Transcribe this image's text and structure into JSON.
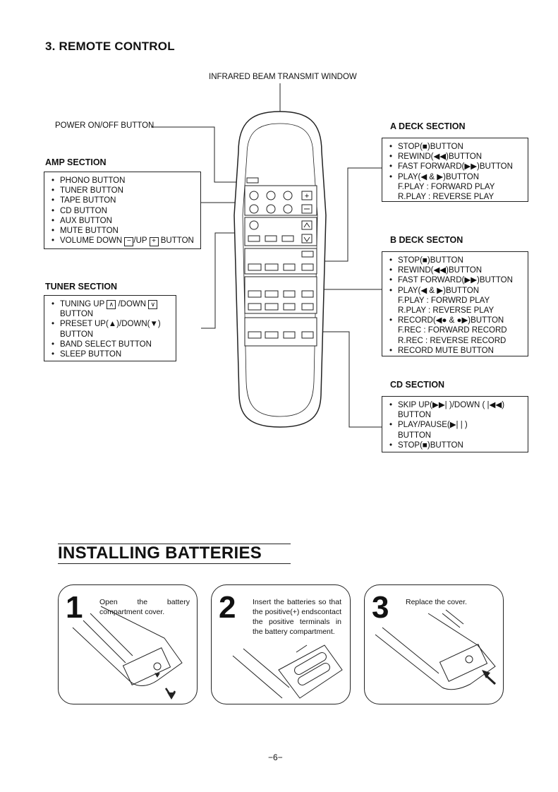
{
  "title": "3. REMOTE CONTROL",
  "labels": {
    "infrared": "INFRARED BEAM TRANSMIT WINDOW",
    "power": "POWER ON/OFF BUTTON"
  },
  "amp": {
    "title": "AMP SECTION",
    "items": [
      "PHONO BUTTON",
      "TUNER BUTTON",
      "TAPE BUTTON",
      "CD BUTTON",
      "AUX BUTTON",
      "MUTE BUTTON"
    ],
    "vol_a": "VOLUME DOWN",
    "vol_b": "/UP",
    "vol_c": "BUTTON",
    "minus": "−",
    "plus": "+"
  },
  "tuner": {
    "title": "TUNER SECTION",
    "tuning_a": "TUNING UP",
    "tuning_b": "/DOWN",
    "up_sym": "∧",
    "down_sym": "∨",
    "tuning_c": "BUTTON",
    "preset": "PRESET UP(▲)/DOWN(▼)",
    "preset_c": "BUTTON",
    "band": "BAND SELECT BUTTON",
    "sleep": "SLEEP BUTTON"
  },
  "a_deck": {
    "title": "A DECK SECTION",
    "items": [
      "STOP(■)BUTTON",
      "REWIND(◀◀)BUTTON",
      "FAST FORWARD(▶▶)BUTTON",
      "PLAY(◀ & ▶)BUTTON"
    ],
    "subs": [
      "F.PLAY : FORWARD PLAY",
      "R.PLAY : REVERSE PLAY"
    ]
  },
  "b_deck": {
    "title": "B DECK SECTON",
    "items": [
      "STOP(■)BUTTON",
      "REWIND(◀◀)BUTTON",
      "FAST FORWARD(▶▶)BUTTON",
      "PLAY(◀ & ▶)BUTTON"
    ],
    "subs": [
      "F.PLAY : FORWRD PLAY",
      "R.PLAY : REVERSE PLAY"
    ],
    "record": "RECORD(◀● & ●▶)BUTTON",
    "record_subs": [
      "F.REC : FORWARD RECORD",
      "R.REC : REVERSE RECORD"
    ],
    "mute": "RECORD MUTE BUTTON"
  },
  "cd": {
    "title": "CD SECTION",
    "skip": "SKIP UP(▶▶| )/DOWN ( |◀◀)",
    "skip_c": "BUTTON",
    "play": "PLAY/PAUSE(▶| | )",
    "play_c": "BUTTON",
    "stop": "STOP(■)BUTTON"
  },
  "installing": {
    "title": "INSTALLING BATTERIES",
    "steps": [
      {
        "num": "1",
        "text": "Open the battery compartment cover."
      },
      {
        "num": "2",
        "text": "Insert the batteries so that the positive(+) endscontact the positive terminals in the battery compartment."
      },
      {
        "num": "3",
        "text": "Replace the cover."
      }
    ]
  },
  "page_number": "−6−"
}
